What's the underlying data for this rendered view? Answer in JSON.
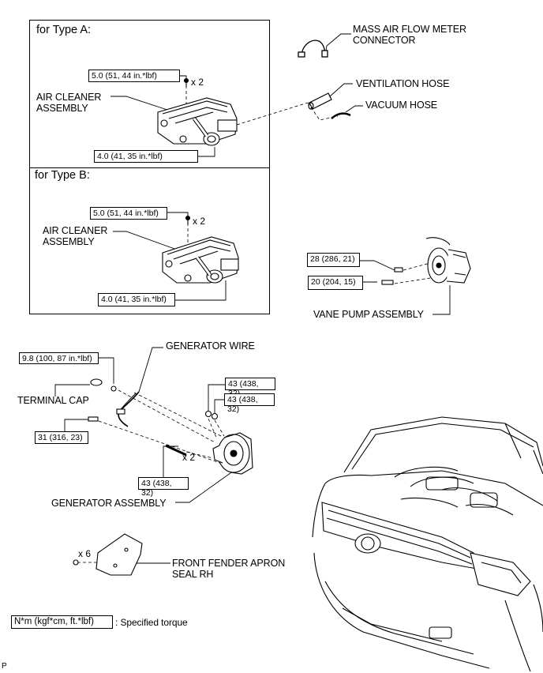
{
  "sections": {
    "type_a": "for Type A:",
    "type_b": "for Type B:"
  },
  "labels": {
    "maf_connector_1": "MASS AIR FLOW METER",
    "maf_connector_2": "CONNECTOR",
    "ventilation_hose": "VENTILATION HOSE",
    "vacuum_hose": "VACUUM HOSE",
    "air_cleaner_a_1": "AIR CLEANER",
    "air_cleaner_a_2": "ASSEMBLY",
    "air_cleaner_b_1": "AIR CLEANER",
    "air_cleaner_b_2": "ASSEMBLY",
    "vane_pump": "VANE PUMP ASSEMBLY",
    "generator_wire": "GENERATOR WIRE",
    "terminal_cap": "TERMINAL CAP",
    "generator_assembly": "GENERATOR ASSEMBLY",
    "fender_seal_1": "FRONT FENDER APRON",
    "fender_seal_2": "SEAL RH",
    "legend_desc": ": Specified torque",
    "corner_mark": "P"
  },
  "torques": {
    "a_top": "5.0 (51, 44 in.*lbf)",
    "a_bottom": "4.0 (41, 35 in.*lbf)",
    "b_top": "5.0 (51, 44 in.*lbf)",
    "b_bottom": "4.0 (41, 35 in.*lbf)",
    "pump_upper": "28 (286, 21)",
    "pump_lower": "20 (204, 15)",
    "gen_terminal": "9.8 (100, 87 in.*lbf)",
    "gen_wire_bolt": "31 (316, 23)",
    "gen_upper_1": "43 (438, 32)",
    "gen_upper_2": "43 (438, 32)",
    "gen_lower": "43 (438, 32)",
    "legend_unit": "N*m (kgf*cm, ft.*lbf)"
  },
  "multipliers": {
    "a": "x 2",
    "b": "x 2",
    "gen": "x 2",
    "seal": "x 6"
  }
}
